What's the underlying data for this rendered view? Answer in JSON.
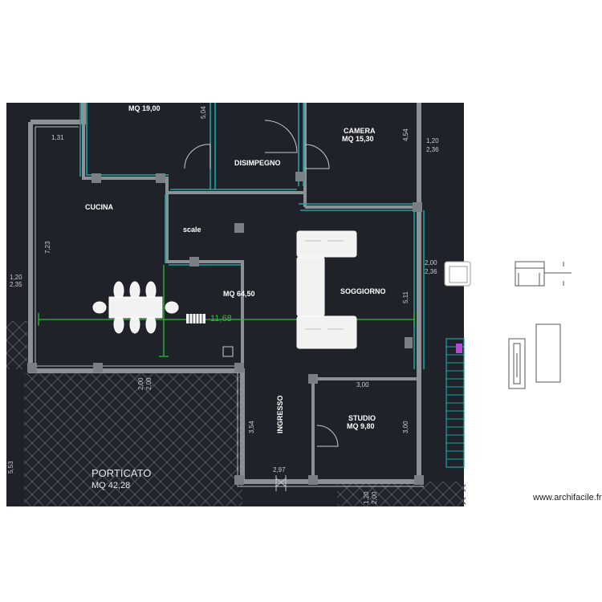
{
  "rooms": {
    "top_area": "MQ 19,00",
    "camera": "CAMERA",
    "camera_area": "MQ 15,30",
    "disimpegno": "DISIMPEGNO",
    "cucina": "CUCINA",
    "scale": "scale",
    "living_area": "MQ 64,50",
    "soggiorno": "SOGGIORNO",
    "ingresso": "INGRESSO",
    "studio": "STUDIO",
    "studio_area": "MQ 9,80",
    "porticato": "PORTICATO",
    "porticato_area": "MQ 42,28"
  },
  "dimensions": {
    "d_131": "1,31",
    "d_504": "5,04",
    "d_454": "4,54",
    "d_120a": "1,20",
    "d_236a": "2,36",
    "d_723": "7,23",
    "d_120b": "1,20",
    "d_235": "2,35",
    "d_200": "2,00",
    "d_236b": "2,36",
    "d_511": "5,11",
    "d_1168": "11,68",
    "d_300a": "3,00",
    "d_300b": "3,00",
    "d_200b": "2,00",
    "d_200c": "2,00",
    "d_354": "3,54",
    "d_297": "2,97",
    "d_553": "5,53",
    "d_120c": "1,20",
    "d_200d": "2,00"
  },
  "watermark": "www.archifacile.fr",
  "colors": {
    "background": "#1f2228",
    "wall": "#8c9196",
    "teal": "#1aa3a3",
    "dimension_line": "#22c22e",
    "stairs": "#1aa3a3"
  }
}
